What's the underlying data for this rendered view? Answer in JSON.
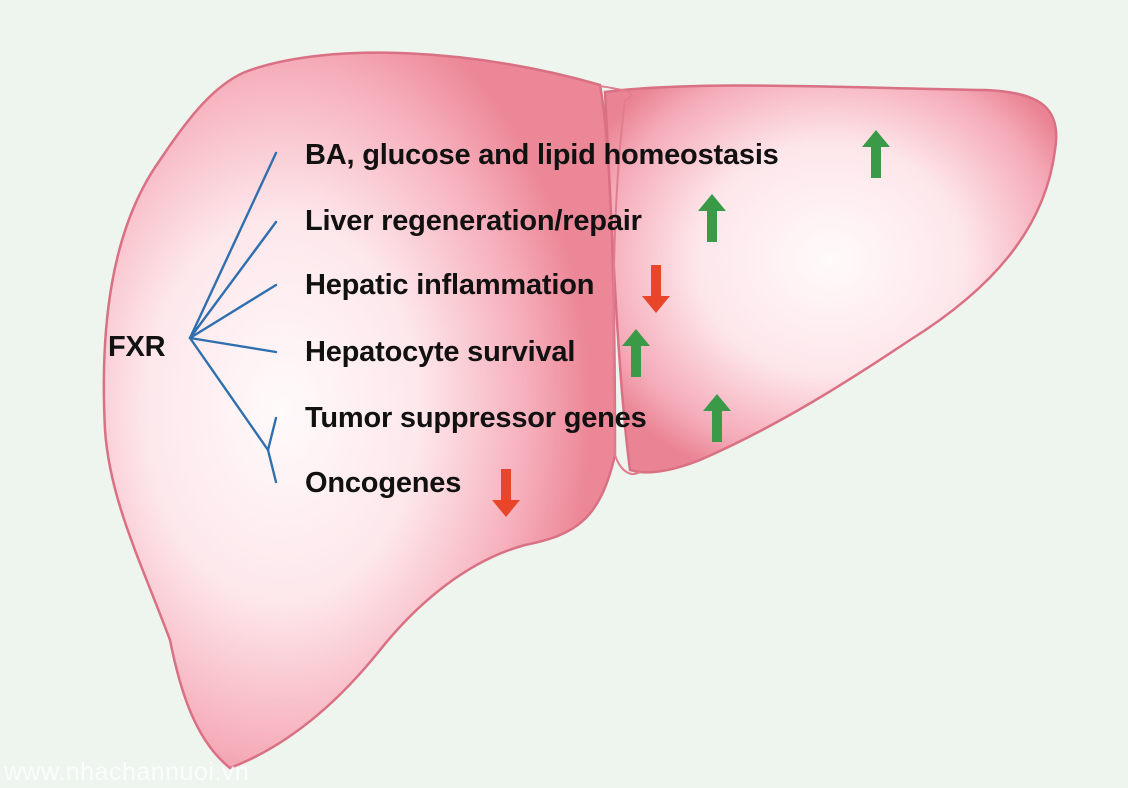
{
  "diagram": {
    "center_label": "FXR",
    "effects": [
      {
        "label": "BA, glucose and lipid  homeostasis",
        "direction": "up",
        "color": "#3b9a47"
      },
      {
        "label": "Liver regeneration/repair",
        "direction": "up",
        "color": "#3b9a47"
      },
      {
        "label": "Hepatic inflammation",
        "direction": "down",
        "color": "#e8452a"
      },
      {
        "label": "Hepatocyte survival",
        "direction": "up",
        "color": "#3b9a47"
      },
      {
        "label": "Tumor suppressor genes",
        "direction": "up",
        "color": "#3b9a47"
      },
      {
        "label": "Oncogenes",
        "direction": "down",
        "color": "#e8452a"
      }
    ],
    "line_color": "#2f6fae",
    "liver_color": "#f4a5b3"
  },
  "watermark": "www.nhachannuoi.vn"
}
